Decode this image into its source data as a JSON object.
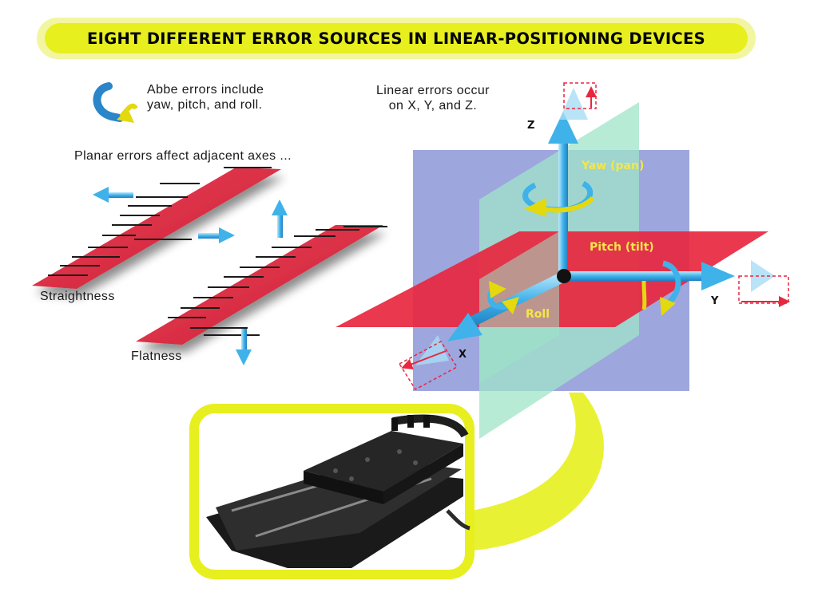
{
  "title": "EIGHT DIFFERENT ERROR SOURCES IN LINEAR-POSITIONING DEVICES",
  "notes": {
    "abbe_line1": "Abbe errors include",
    "abbe_line2": "yaw, pitch, and roll.",
    "linear_line1": "Linear errors occur",
    "linear_line2": "on X, Y, and Z.",
    "planar": "Planar errors affect adjacent axes ..."
  },
  "panels": {
    "straightness": "Straightness",
    "flatness": "Flatness"
  },
  "axes": {
    "x": "X",
    "y": "Y",
    "z": "Z"
  },
  "rotations": {
    "yaw": "Yaw (pan)",
    "pitch": "Pitch (tilt)",
    "roll": "Roll"
  },
  "colors": {
    "title_band": "#e7ef1f",
    "red_plane": "#e8273f",
    "blue_plane": "#8d96d8",
    "green_plane": "#9fe4c8",
    "arrow_blue": "#3fb2ea",
    "label_yellow": "#f4e64a"
  }
}
